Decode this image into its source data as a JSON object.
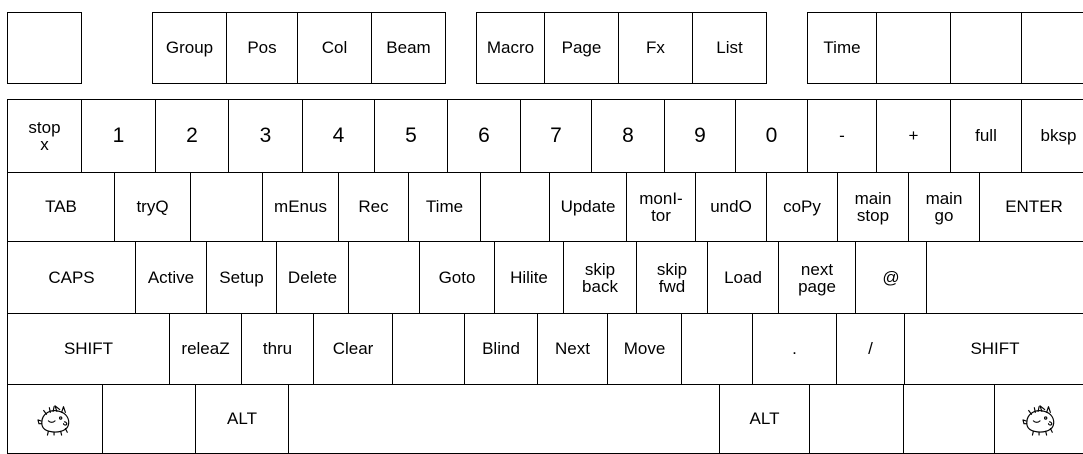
{
  "keyboard": {
    "function_row": [
      {
        "label": ""
      },
      {
        "label": "Group"
      },
      {
        "label": "Pos"
      },
      {
        "label": "Col"
      },
      {
        "label": "Beam"
      },
      {
        "label": "Macro"
      },
      {
        "label": "Page"
      },
      {
        "label": "Fx"
      },
      {
        "label": "List"
      },
      {
        "label": "Time"
      },
      {
        "label": ""
      },
      {
        "label": ""
      },
      {
        "label": ""
      }
    ],
    "number_row": [
      {
        "label": "stop\nx"
      },
      {
        "label": "1"
      },
      {
        "label": "2"
      },
      {
        "label": "3"
      },
      {
        "label": "4"
      },
      {
        "label": "5"
      },
      {
        "label": "6"
      },
      {
        "label": "7"
      },
      {
        "label": "8"
      },
      {
        "label": "9"
      },
      {
        "label": "0"
      },
      {
        "label": "-"
      },
      {
        "label": "+"
      },
      {
        "label": "full"
      },
      {
        "label": "bksp"
      }
    ],
    "tab_row": [
      {
        "label": "TAB"
      },
      {
        "label": "tryQ"
      },
      {
        "label": ""
      },
      {
        "label": "mEnus"
      },
      {
        "label": "Rec"
      },
      {
        "label": "Time"
      },
      {
        "label": ""
      },
      {
        "label": "Update"
      },
      {
        "label": "monI-\ntor"
      },
      {
        "label": "undO"
      },
      {
        "label": "coPy"
      },
      {
        "label": "main\nstop"
      },
      {
        "label": "main\ngo"
      },
      {
        "label": "ENTER"
      }
    ],
    "caps_row": [
      {
        "label": "CAPS"
      },
      {
        "label": "Active"
      },
      {
        "label": "Setup"
      },
      {
        "label": "Delete"
      },
      {
        "label": ""
      },
      {
        "label": "Goto"
      },
      {
        "label": "Hilite"
      },
      {
        "label": "skip\nback"
      },
      {
        "label": "skip\nfwd"
      },
      {
        "label": "Load"
      },
      {
        "label": "next\npage"
      },
      {
        "label": "@"
      },
      {
        "label": ""
      }
    ],
    "shift_row": [
      {
        "label": "SHIFT"
      },
      {
        "label": "releaZ"
      },
      {
        "label": "thru"
      },
      {
        "label": "Clear"
      },
      {
        "label": ""
      },
      {
        "label": "Blind"
      },
      {
        "label": "Next"
      },
      {
        "label": "Move"
      },
      {
        "label": ""
      },
      {
        "label": "."
      },
      {
        "label": "/"
      },
      {
        "label": "SHIFT"
      }
    ],
    "bottom_row": [
      {
        "label": "",
        "icon": "pig-icon"
      },
      {
        "label": ""
      },
      {
        "label": "ALT"
      },
      {
        "label": ""
      },
      {
        "label": "ALT"
      },
      {
        "label": ""
      },
      {
        "label": ""
      },
      {
        "label": "",
        "icon": "pig-icon"
      }
    ]
  }
}
